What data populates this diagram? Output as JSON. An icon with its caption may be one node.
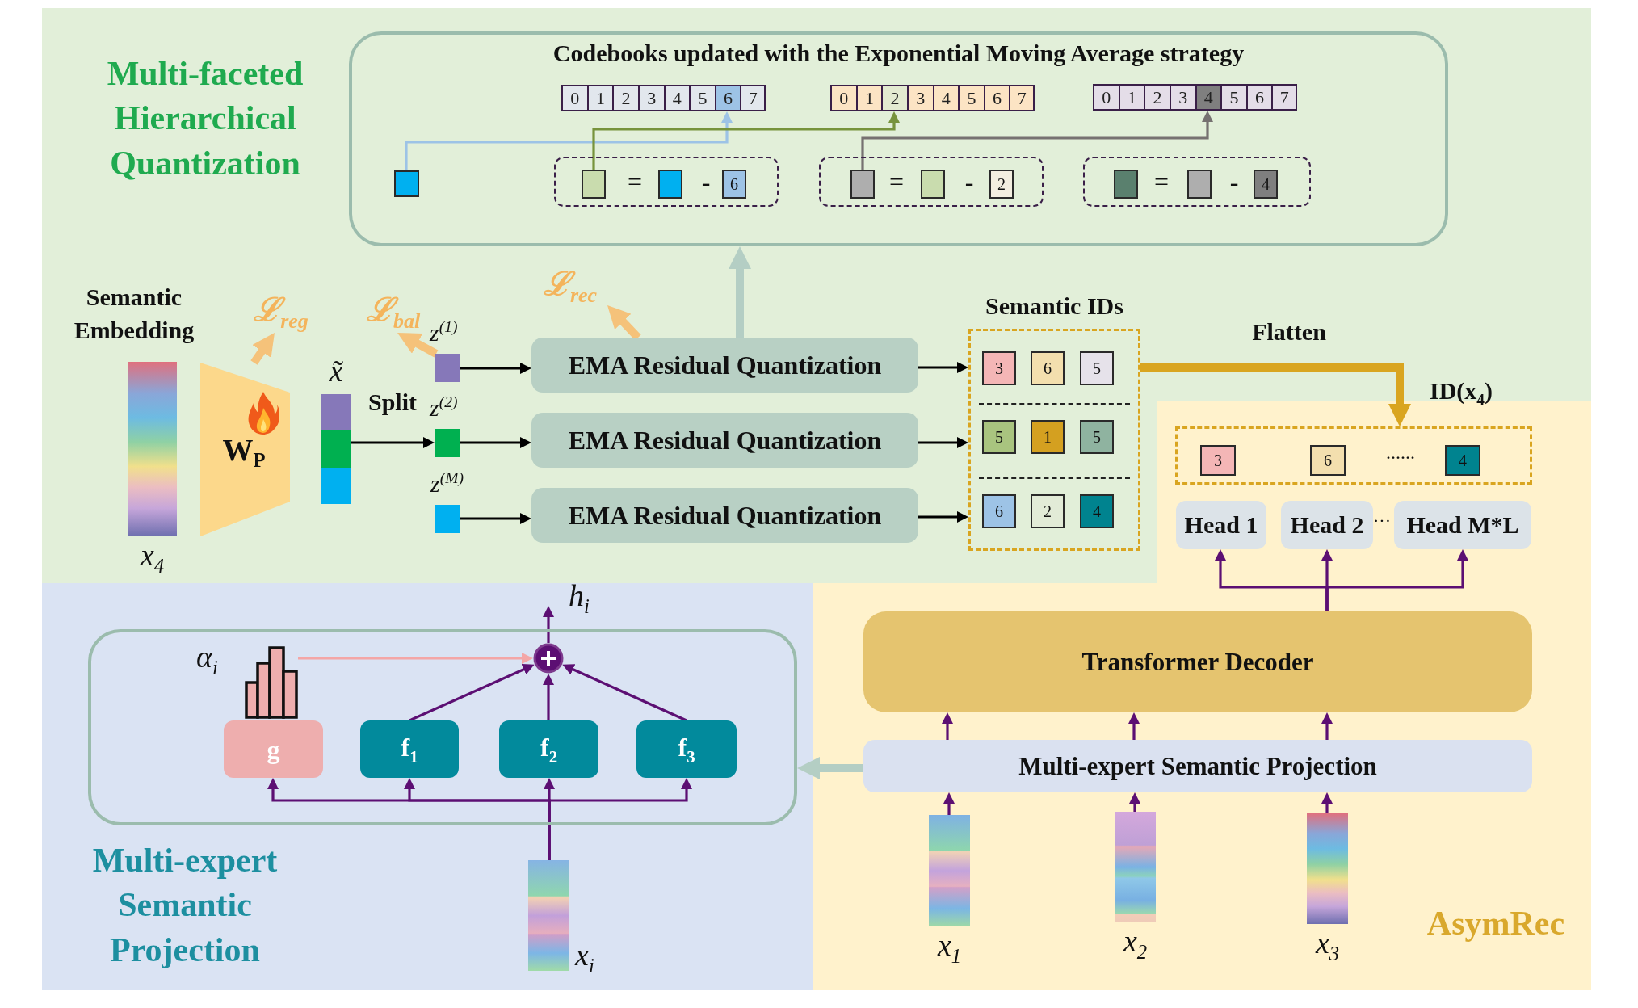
{
  "diagram": {
    "nodes": [
      {
        "text": [
          "Codebooks updated with the Exponential Moving Average strategy"
        ]
      },
      {
        "text": [
          "0",
          "1",
          "2",
          "3",
          "4",
          "5",
          "6",
          "7"
        ],
        "in": 0
      },
      {
        "text": [
          "0",
          "1",
          "2",
          "3",
          "4",
          "5",
          "6",
          "7"
        ],
        "in": 0
      },
      {
        "text": [
          "0",
          "1",
          "2",
          "3",
          "4",
          "5",
          "6",
          "7"
        ],
        "in": 0
      },
      {
        "text": [],
        "shape": "box",
        "in": 0
      },
      {
        "text": [
          "=",
          "-"
        ],
        "in": 0
      },
      {
        "text": [],
        "shape": "box",
        "in": 5
      },
      {
        "text": [],
        "shape": "box",
        "in": 5
      },
      {
        "text": [
          "6"
        ],
        "in": 5
      },
      {
        "text": [
          "=",
          "-"
        ],
        "in": 0
      },
      {
        "text": [],
        "shape": "box",
        "in": 9
      },
      {
        "text": [],
        "shape": "box",
        "in": 9
      },
      {
        "text": [
          "2"
        ],
        "in": 9
      },
      {
        "text": [
          "=",
          "-"
        ],
        "in": 0
      },
      {
        "text": [],
        "shape": "box",
        "in": 13
      },
      {
        "text": [],
        "shape": "box",
        "in": 13
      },
      {
        "text": [
          "4"
        ],
        "in": 13
      },
      {
        "text": [
          "x$_{4}$"
        ],
        "beside": [
          "Semantic Embedding"
        ]
      },
      {
        "text": [
          "W$_{P}$"
        ]
      },
      {
        "text": [
          "ℒ$_{reg}$"
        ]
      },
      {
        "text": [
          "x̃"
        ]
      },
      {
        "text": [
          "z$^{(1)}$"
        ]
      },
      {
        "text": [
          "z$^{(2)}$"
        ]
      },
      {
        "text": [
          "z$^{(M)}$"
        ]
      },
      {
        "text": [
          "ℒ$_{bal}$"
        ]
      },
      {
        "text": [
          "EMA Residual Quantization"
        ]
      },
      {
        "text": [
          "EMA Residual Quantization"
        ]
      },
      {
        "text": [
          "EMA Residual Quantization"
        ]
      },
      {
        "text": [
          "ℒ$_{rec}$"
        ]
      },
      {
        "text": [
          "Semantic IDs"
        ]
      },
      {
        "text": [
          "3"
        ],
        "in": 29
      },
      {
        "text": [
          "6"
        ],
        "in": 29
      },
      {
        "text": [
          "5"
        ],
        "in": 29
      },
      {
        "text": [
          "5"
        ],
        "in": 29
      },
      {
        "text": [
          "1"
        ],
        "in": 29
      },
      {
        "text": [
          "5"
        ],
        "in": 29
      },
      {
        "text": [
          "6"
        ],
        "in": 29
      },
      {
        "text": [
          "2"
        ],
        "in": 29
      },
      {
        "text": [
          "4"
        ],
        "in": 29
      },
      {
        "text": [
          "ID(x$_{4}$)",
          "......"
        ]
      },
      {
        "text": [
          "3"
        ],
        "in": 39
      },
      {
        "text": [
          "6"
        ],
        "in": 39
      },
      {
        "text": [
          "4"
        ],
        "in": 39
      },
      {
        "text": [
          "Head 1"
        ]
      },
      {
        "text": [
          "Head 2"
        ]
      },
      {
        "text": [
          "Head M*L"
        ]
      },
      {
        "text": [
          "Transformer Decoder"
        ]
      },
      {
        "text": [
          "Multi-expert Semantic Projection"
        ]
      },
      {
        "text": [
          "x$_{1}$"
        ]
      },
      {
        "text": [
          "x$_{2}$"
        ]
      },
      {
        "text": [
          "x$_{3}$"
        ]
      },
      {
        "text": [],
        "shape": "box"
      },
      {
        "text": [
          "α$_{i}$"
        ],
        "in": 51
      },
      {
        "text": [],
        "shape": "circle",
        "in": 51
      },
      {
        "text": [
          "g"
        ],
        "in": 51
      },
      {
        "text": [
          "f$_{1}$"
        ],
        "in": 51
      },
      {
        "text": [
          "f$_{2}$"
        ],
        "in": 51
      },
      {
        "text": [
          "f$_{3}$"
        ],
        "in": 51
      },
      {
        "text": [
          "x$_{i}$"
        ]
      },
      {
        "text": [
          "h$_{i}$"
        ]
      }
    ],
    "edges": [
      {
        "from": 4,
        "to": 1,
        "arrow": "to",
        "color": "#9dc3e6"
      },
      {
        "from": 6,
        "to": 2,
        "arrow": "to",
        "color": "#77933c"
      },
      {
        "from": 10,
        "to": 3,
        "arrow": "to",
        "color": "#767171"
      },
      {
        "from": 18,
        "to": 19,
        "arrow": "to",
        "style": "thick",
        "color": "#f5c27a"
      },
      {
        "from": 20,
        "to": 22,
        "arrow": "to",
        "label": "Split",
        "color": "#000000"
      },
      {
        "from": 21,
        "to": 24,
        "arrow": "to",
        "style": "thick",
        "color": "#f5c27a"
      },
      {
        "from": 21,
        "to": 25,
        "arrow": "to",
        "color": "#000000"
      },
      {
        "from": 22,
        "to": 26,
        "arrow": "to",
        "color": "#000000"
      },
      {
        "from": 23,
        "to": 27,
        "arrow": "to",
        "color": "#000000"
      },
      {
        "from": 25,
        "to": 28,
        "arrow": "to",
        "style": "thick",
        "color": "#f5c27a"
      },
      {
        "from": 25,
        "to": 0,
        "arrow": "to",
        "style": "thick",
        "color": "#b4cec4"
      },
      {
        "from": 25,
        "to": 29,
        "arrow": "to",
        "color": "#000000"
      },
      {
        "from": 26,
        "to": 29,
        "arrow": "to",
        "color": "#000000"
      },
      {
        "from": 27,
        "to": 29,
        "arrow": "to",
        "color": "#000000"
      },
      {
        "from": 29,
        "to": 39,
        "arrow": "to",
        "label": "Flatten",
        "style": "thick",
        "color": "#d9a520"
      },
      {
        "from": 46,
        "to": 43,
        "arrow": "to"
      },
      {
        "from": 46,
        "to": 44,
        "arrow": "to"
      },
      {
        "from": 46,
        "to": 45,
        "arrow": "to"
      },
      {
        "from": 47,
        "to": 46,
        "arrow": "to"
      },
      {
        "from": 47,
        "to": 46,
        "arrow": "to"
      },
      {
        "from": 47,
        "to": 46,
        "arrow": "to"
      },
      {
        "from": 48,
        "to": 47,
        "arrow": "to"
      },
      {
        "from": 49,
        "to": 47,
        "arrow": "to"
      },
      {
        "from": 50,
        "to": 47,
        "arrow": "to"
      },
      {
        "from": 47,
        "to": 51,
        "arrow": "to",
        "style": "thick",
        "color": "#b4cec4"
      },
      {
        "from": 58,
        "to": 54,
        "arrow": "to"
      },
      {
        "from": 58,
        "to": 55,
        "arrow": "to"
      },
      {
        "from": 58,
        "to": 56,
        "arrow": "to"
      },
      {
        "from": 58,
        "to": 57,
        "arrow": "to"
      },
      {
        "from": 55,
        "to": 53,
        "arrow": "to"
      },
      {
        "from": 56,
        "to": 53,
        "arrow": "to"
      },
      {
        "from": 57,
        "to": 53,
        "arrow": "to"
      },
      {
        "from": 52,
        "to": 53,
        "arrow": "to",
        "color": "#f4a6a6"
      },
      {
        "from": 53,
        "to": 59,
        "arrow": "to"
      }
    ],
    "labels": [
      "Multi-faceted Hierarchical Quantization",
      "···",
      "Multi-expert Semantic Projection",
      "AsymRec"
    ]
  }
}
